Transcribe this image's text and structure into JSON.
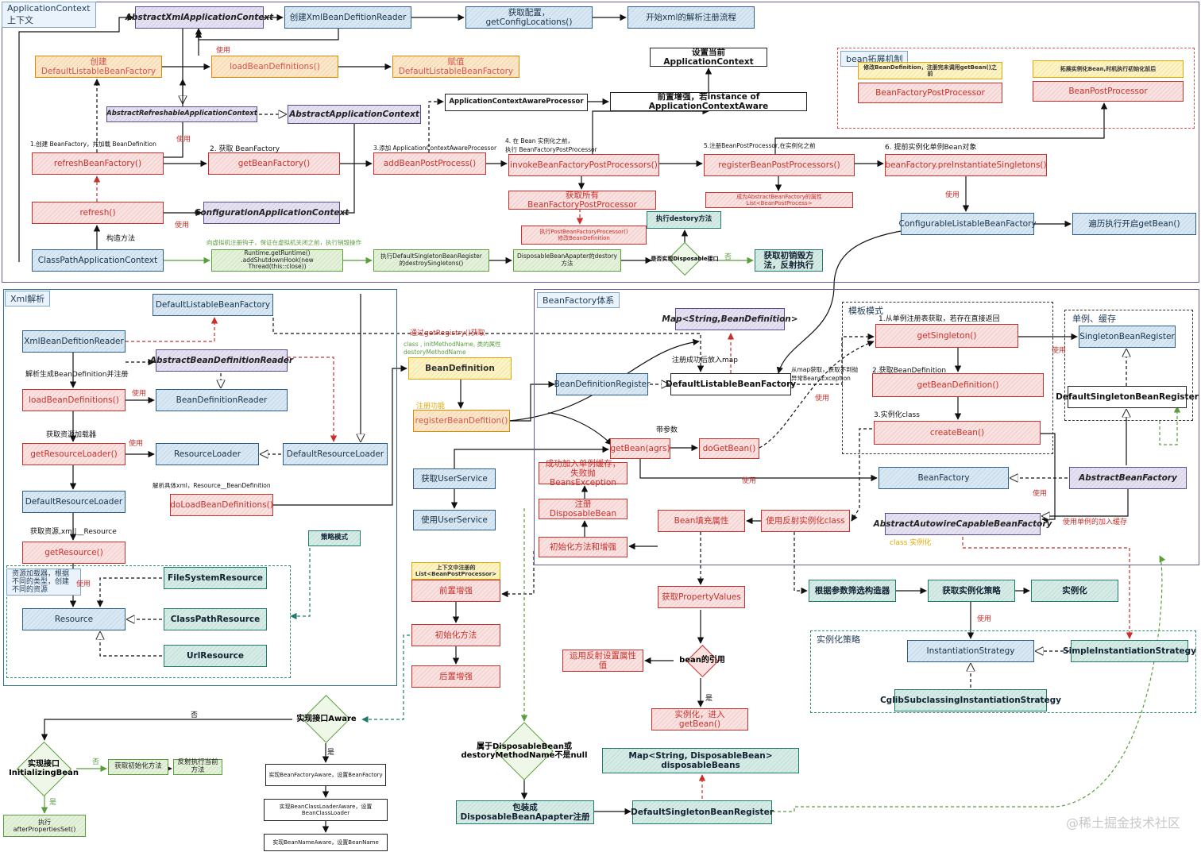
{
  "regions": [
    {
      "id": "app_ctx",
      "title": "ApplicationContext\n上下文",
      "style": "purple"
    },
    {
      "id": "xml",
      "title": "Xml解析",
      "style": "blue"
    },
    {
      "id": "bf",
      "title": "BeanFactory体系",
      "style": "purple"
    },
    {
      "id": "ext",
      "title": "bean拓展机制",
      "style": "reddash"
    },
    {
      "id": "tpl",
      "title": "模板模式",
      "style": "gdash"
    },
    {
      "id": "singleton",
      "title": "单例、缓存",
      "style": "gdash"
    },
    {
      "id": "strategy",
      "title": "实例化策略",
      "style": "dash"
    },
    {
      "id": "res",
      "title": "资源加载器，根据不同的类型，创建不同的资源",
      "style": "dash"
    }
  ],
  "nodes": [
    {
      "id": "abs_xml_ctx",
      "label": "AbstractXmlApplicationContext",
      "style": "purple"
    },
    {
      "id": "create_reader",
      "label": "创建XmlBeanDefitionReader",
      "style": "blue"
    },
    {
      "id": "get_config",
      "label": "获取配置，getConfigLocations()",
      "style": "blue"
    },
    {
      "id": "start_xml",
      "label": "开始xml的解析注册流程",
      "style": "blue"
    },
    {
      "id": "create_dlbf",
      "label": "创建DefaultListableBeanFactory",
      "style": "orange"
    },
    {
      "id": "load_bd_top",
      "label": "loadBeanDefinitions()",
      "style": "orange"
    },
    {
      "id": "assign_dlbf",
      "label": "赋值DefaultListableBeanFactory",
      "style": "orange"
    },
    {
      "id": "set_ctx",
      "label": "设置当前ApplicationContext",
      "style": "plain"
    },
    {
      "id": "abs_refresh_ctx",
      "label": "AbstractRefreshableApplicationContext",
      "style": "purple"
    },
    {
      "id": "abs_app_ctx",
      "label": "AbstractApplicationContext",
      "style": "purple"
    },
    {
      "id": "ctx_aware_pp",
      "label": "ApplicationContextAwareProcessor",
      "style": "plain"
    },
    {
      "id": "pre_enhance",
      "label": "前置增强，若instance of ApplicationContextAware",
      "style": "plain"
    },
    {
      "id": "bfpp",
      "label": "BeanFactoryPostProcessor",
      "style": "red"
    },
    {
      "id": "bpp",
      "label": "BeanPostProcessor",
      "style": "red"
    },
    {
      "id": "refresh_bf",
      "label": "refreshBeanFactory()",
      "style": "red"
    },
    {
      "id": "get_bf",
      "label": "getBeanFactory()",
      "style": "red"
    },
    {
      "id": "add_bpp",
      "label": "addBeanPostProcess()",
      "style": "red"
    },
    {
      "id": "invoke_bfpp",
      "label": "invokeBeanFactoryPostProcessors()",
      "style": "red"
    },
    {
      "id": "reg_bpp",
      "label": "registerBeanPostProcessors()",
      "style": "red"
    },
    {
      "id": "pre_inst",
      "label": "beanFactory.preInstantiateSingletons()",
      "style": "red"
    },
    {
      "id": "get_all_bfpp",
      "label": "获取所有BeanFactoryPostProcessor",
      "style": "red"
    },
    {
      "id": "bpp_list",
      "label": "成为AbstractBeanFactory的属性List<BeanPostProcess>",
      "style": "red"
    },
    {
      "id": "exec_bfpp",
      "label": "执行PostBeanFactoryProcessor()\n修改BeanDefinition",
      "style": "red"
    },
    {
      "id": "exec_destroy",
      "label": "执行destory方法",
      "style": "teal"
    },
    {
      "id": "refresh",
      "label": "refresh()",
      "style": "red"
    },
    {
      "id": "config_ctx",
      "label": "ConfigurationApplicationContext",
      "style": "purple"
    },
    {
      "id": "cfg_lbf",
      "label": "ConfigurableListableBeanFactory",
      "style": "blue"
    },
    {
      "id": "loop_getbean",
      "label": "遍历执行开启getBean()",
      "style": "blue"
    },
    {
      "id": "cp_ctx",
      "label": "ClassPathApplicationContext",
      "style": "blue"
    },
    {
      "id": "hook",
      "label": "Runtime.getRuntime()\n.addShutdownHook(new Thread(this::close))",
      "style": "green"
    },
    {
      "id": "exec_destroy_singletons",
      "label": "执行DefaultSingletonBeanRegister\n的destroySingletons()",
      "style": "green"
    },
    {
      "id": "disposable_adapter",
      "label": "DisposableBeanApapter的destory方法",
      "style": "green"
    },
    {
      "id": "is_disposable",
      "label": "是否实现Disposable接口",
      "style": "diamond"
    },
    {
      "id": "get_init_destroy",
      "label": "获取初销毁方法，反射执行",
      "style": "teal"
    },
    {
      "id": "dlbf_xml",
      "label": "DefaultListableBeanFactory",
      "style": "blue"
    },
    {
      "id": "xml_reader",
      "label": "XmlBeanDefitionReader",
      "style": "blue"
    },
    {
      "id": "abs_bd_reader",
      "label": "AbstractBeanDefinitionReader",
      "style": "purple"
    },
    {
      "id": "load_bd",
      "label": "loadBeanDefinitions()",
      "style": "red"
    },
    {
      "id": "bd_reader",
      "label": "BeanDefinitionReader",
      "style": "blue"
    },
    {
      "id": "get_res_loader",
      "label": "getResourceLoader()",
      "style": "red"
    },
    {
      "id": "res_loader",
      "label": "ResourceLoader",
      "style": "blue"
    },
    {
      "id": "def_res_loader",
      "label": "DefaultResourceLoader",
      "style": "blue"
    },
    {
      "id": "def_res_loader2",
      "label": "DefaultResourceLoader",
      "style": "blue"
    },
    {
      "id": "do_load_bd",
      "label": "doLoadBeanDefinitions()",
      "style": "red"
    },
    {
      "id": "strategy_pattern",
      "label": "策略模式",
      "style": "teal"
    },
    {
      "id": "get_resource",
      "label": "getResource()",
      "style": "red"
    },
    {
      "id": "fs_res",
      "label": "FileSystemResource",
      "style": "teal"
    },
    {
      "id": "resource",
      "label": "Resource",
      "style": "blue"
    },
    {
      "id": "cp_res",
      "label": "ClassPathResource",
      "style": "teal"
    },
    {
      "id": "url_res",
      "label": "UrlResource",
      "style": "teal"
    },
    {
      "id": "bean_def",
      "label": "BeanDefinition",
      "style": "yellow"
    },
    {
      "id": "reg_bd_fn",
      "label": "registerBeanDefition()",
      "style": "orange"
    },
    {
      "id": "get_user_svc",
      "label": "获取UserService",
      "style": "blue"
    },
    {
      "id": "use_user_svc",
      "label": "使用UserService",
      "style": "blue"
    },
    {
      "id": "map_bd",
      "label": "Map<String,BeanDefinition>",
      "style": "purple"
    },
    {
      "id": "bd_register",
      "label": "BeanDefinitionRegister",
      "style": "blue"
    },
    {
      "id": "dlbf_bf",
      "label": "DefaultListableBeanFactory",
      "style": "plain"
    },
    {
      "id": "get_singleton",
      "label": "getSingleton()",
      "style": "red"
    },
    {
      "id": "get_bd",
      "label": "getBeanDefinition()",
      "style": "red"
    },
    {
      "id": "create_bean",
      "label": "createBean()",
      "style": "red"
    },
    {
      "id": "singleton_reg",
      "label": "SingletonBeanRegister",
      "style": "blue"
    },
    {
      "id": "def_singleton_reg",
      "label": "DefaultSingletonBeanRegister",
      "style": "plain"
    },
    {
      "id": "get_bean_args",
      "label": "getBean(agrs)",
      "style": "red"
    },
    {
      "id": "do_get_bean",
      "label": "doGetBean()",
      "style": "red"
    },
    {
      "id": "bean_factory",
      "label": "BeanFactory",
      "style": "blue"
    },
    {
      "id": "abs_bean_factory",
      "label": "AbstractBeanFactory",
      "style": "purple"
    },
    {
      "id": "add_singleton_cache",
      "label": "成功加入单例缓存，失败抛BeansException",
      "style": "red"
    },
    {
      "id": "reg_disposable",
      "label": "注册DisposableBean",
      "style": "red"
    },
    {
      "id": "init_enhance",
      "label": "初始化方法和增强",
      "style": "red"
    },
    {
      "id": "fill_props",
      "label": "Bean填充属性",
      "style": "red"
    },
    {
      "id": "reflect_inst",
      "label": "使用反射实例化class",
      "style": "red"
    },
    {
      "id": "abs_acbf",
      "label": "AbstractAutowireCapableBeanFactory",
      "style": "purple"
    },
    {
      "id": "bpp_list_box",
      "label": "上下文中注册的\nList<BeanPostProcessor>",
      "style": "yellow"
    },
    {
      "id": "pre_aug",
      "label": "前置增强",
      "style": "red"
    },
    {
      "id": "init_method",
      "label": "初始化方法",
      "style": "red"
    },
    {
      "id": "post_aug",
      "label": "后置增强",
      "style": "red"
    },
    {
      "id": "get_pvs",
      "label": "获取PropertyValues",
      "style": "red"
    },
    {
      "id": "ctor_select",
      "label": "根据参数筛选构造器",
      "style": "teal"
    },
    {
      "id": "get_inst_strategy",
      "label": "获取实例化策略",
      "style": "teal"
    },
    {
      "id": "instantiate",
      "label": "实例化",
      "style": "teal"
    },
    {
      "id": "reflect_set",
      "label": "运用反射设置属性值",
      "style": "red"
    },
    {
      "id": "bean_ref",
      "label": "bean的引用",
      "style": "diamond"
    },
    {
      "id": "inst_strategy",
      "label": "InstantiationStrategy",
      "style": "blue"
    },
    {
      "id": "simple_strategy",
      "label": "SimpleInstantiationStrategy",
      "style": "teal"
    },
    {
      "id": "cglib_strategy",
      "label": "CglibSubclassingInstantiationStrategy",
      "style": "teal"
    },
    {
      "id": "inst_into_getbean",
      "label": "实例化，进入getBean()",
      "style": "red"
    },
    {
      "id": "aware_q",
      "label": "实现接口Aware",
      "style": "diamond"
    },
    {
      "id": "init_bean_q",
      "label": "实现接口\nInitializingBean",
      "style": "diamond"
    },
    {
      "id": "get_init_method",
      "label": "获取初始化方法",
      "style": "green"
    },
    {
      "id": "reflect_exec_current",
      "label": "反射执行当前方法",
      "style": "green"
    },
    {
      "id": "exec_after_props",
      "label": "执行\nafterPropertiesSet()",
      "style": "green"
    },
    {
      "id": "bfa",
      "label": "实现BeanFactoryAware，设置BeanFactory",
      "style": "plain"
    },
    {
      "id": "bcla",
      "label": "实现BeanClassLoaderAware，设置BeanClassLoader",
      "style": "plain"
    },
    {
      "id": "bna",
      "label": "实现BeanNameAware，设置BeanName",
      "style": "plain"
    },
    {
      "id": "is_disposable_or_destroy",
      "label": "属于DisposableBean或\ndestoryMethodName不是null",
      "style": "diamond"
    },
    {
      "id": "map_disposable",
      "label": "Map<String, DisposableBean> disposableBeans",
      "style": "teal"
    },
    {
      "id": "wrap_disposable",
      "label": "包装成DisposableBeanApapter注册",
      "style": "teal"
    },
    {
      "id": "def_singleton_reg2",
      "label": "DefaultSingletonBeanRegister",
      "style": "teal"
    },
    {
      "id": "modify_bd_note",
      "label": "修改BeanDefinition，注册完未调用getBean()之前",
      "style": "yellow"
    },
    {
      "id": "expand_bean_note",
      "label": "拓展实例化Bean,时机执行初始化前后",
      "style": "yellow"
    }
  ],
  "edge_labels": [
    {
      "text": "使用",
      "color": "red"
    },
    {
      "text": "使用",
      "color": "red"
    },
    {
      "text": "1.创建 BeanFactory，并加载 BeanDefinition",
      "color": "black"
    },
    {
      "text": "2. 获取 BeanFactory",
      "color": "black"
    },
    {
      "text": "3.添加 ApplicationContextAwareProcessor",
      "color": "black"
    },
    {
      "text": "4. 在 Bean 实例化之前，\n执行 BeanFactoryPostProcessor",
      "color": "black"
    },
    {
      "text": "5.注册BeanPostProcessor,在实例化之前",
      "color": "black"
    },
    {
      "text": "6. 提前实例化单例Bean对象",
      "color": "black"
    },
    {
      "text": "使用",
      "color": "red"
    },
    {
      "text": "使用",
      "color": "red"
    },
    {
      "text": "构造方法",
      "color": "black"
    },
    {
      "text": "向虚拟机注册钩子，保证在虚拟机关闭之前，执行销毁操作",
      "color": "green"
    },
    {
      "text": "否",
      "color": "green"
    },
    {
      "text": "解析生成BeanDefinition并注册",
      "color": "black"
    },
    {
      "text": "使用",
      "color": "red"
    },
    {
      "text": "获取资源加载器",
      "color": "black"
    },
    {
      "text": "使用",
      "color": "red"
    },
    {
      "text": "解析具体xml，Resource__BeanDefinition",
      "color": "black"
    },
    {
      "text": "获取资源,xml|__Resource",
      "color": "black"
    },
    {
      "text": "使用",
      "color": "red"
    },
    {
      "text": "通过getRegistry()获取",
      "color": "red"
    },
    {
      "text": "class , initMethodName, 类的属性\ndestoryMethodName",
      "color": "green"
    },
    {
      "text": "注册功能",
      "color": "orange"
    },
    {
      "text": "注册成功后放入map",
      "color": "black"
    },
    {
      "text": "1.从单例注册表获取，若存在直接返回",
      "color": "black"
    },
    {
      "text": "2.获取BeanDefinition",
      "color": "black"
    },
    {
      "text": "3.实例化class",
      "color": "black"
    },
    {
      "text": "从map获取，获取不到抛\n异常BeansException",
      "color": "black"
    },
    {
      "text": "使用",
      "color": "red"
    },
    {
      "text": "使用",
      "color": "red"
    },
    {
      "text": "带参数",
      "color": "black"
    },
    {
      "text": "使用",
      "color": "red"
    },
    {
      "text": "使用",
      "color": "red"
    },
    {
      "text": "使用单例的加入缓存",
      "color": "red"
    },
    {
      "text": "class 实例化",
      "color": "orange"
    },
    {
      "text": "使用",
      "color": "red"
    },
    {
      "text": "是",
      "color": "black"
    },
    {
      "text": "否",
      "color": "black"
    },
    {
      "text": "是",
      "color": "black"
    },
    {
      "text": "否",
      "color": "green"
    },
    {
      "text": "是",
      "color": "green"
    }
  ],
  "watermark": "@稀土掘金技术社区"
}
